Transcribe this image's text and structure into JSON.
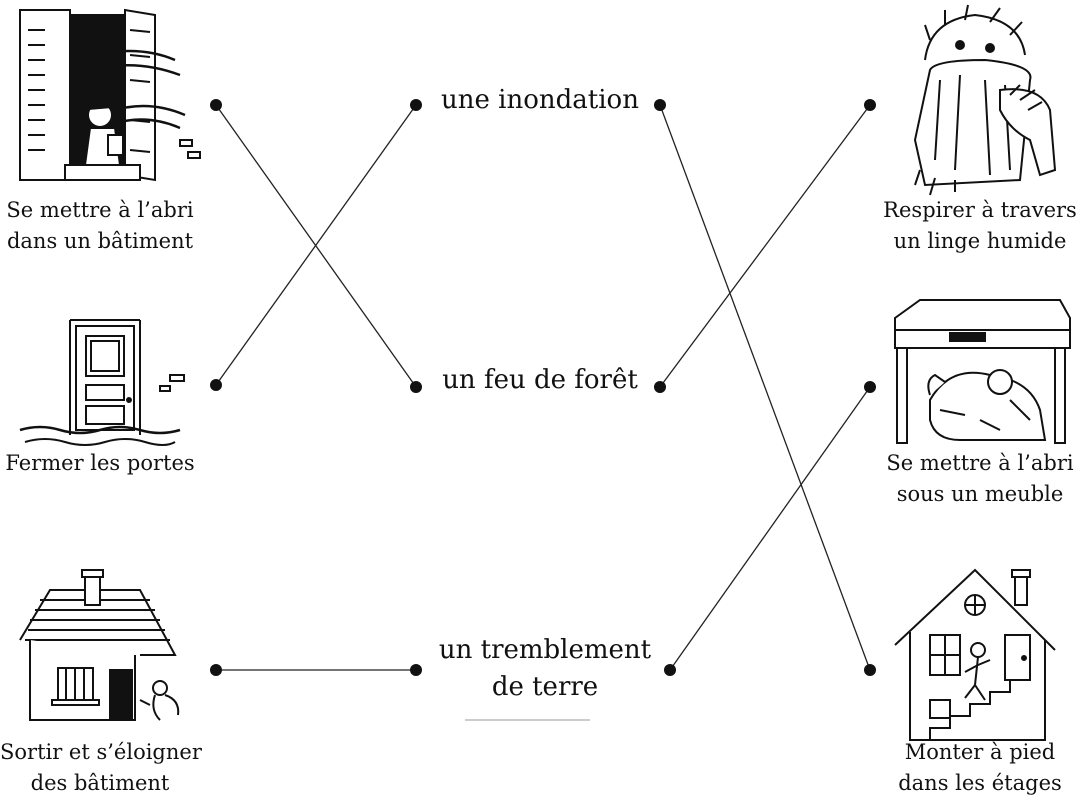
{
  "left_actions": [
    {
      "id": "shelter-building",
      "lines": [
        "Se mettre à l’abri",
        "dans un bâtiment"
      ],
      "icon": "window-person-icon"
    },
    {
      "id": "close-doors",
      "lines": [
        "Fermer les portes"
      ],
      "icon": "door-icon"
    },
    {
      "id": "leave-buildings",
      "lines": [
        "Sortir et s’éloigner",
        "des bâtiment"
      ],
      "icon": "house-icon"
    }
  ],
  "hazards": [
    {
      "id": "flood",
      "lines": [
        "une inondation"
      ]
    },
    {
      "id": "forest-fire",
      "lines": [
        "un feu de forêt"
      ]
    },
    {
      "id": "earthquake",
      "lines": [
        "un tremblement",
        "de terre"
      ]
    }
  ],
  "right_actions": [
    {
      "id": "breathe-cloth",
      "lines": [
        "Respirer à travers",
        "un linge humide"
      ],
      "icon": "person-cloth-icon"
    },
    {
      "id": "shelter-furniture",
      "lines": [
        "Se mettre à l’abri",
        "sous un meuble"
      ],
      "icon": "table-shelter-icon"
    },
    {
      "id": "climb-floors",
      "lines": [
        "Monter à pied",
        "dans les étages"
      ],
      "icon": "house-stairs-icon"
    }
  ],
  "connections": [
    {
      "from": "shelter-building",
      "to": "forest-fire"
    },
    {
      "from": "close-doors",
      "to": "flood"
    },
    {
      "from": "leave-buildings",
      "to": "earthquake"
    },
    {
      "from": "flood",
      "to": "climb-floors"
    },
    {
      "from": "forest-fire",
      "to": "breathe-cloth"
    },
    {
      "from": "earthquake",
      "to": "shelter-furniture"
    }
  ]
}
